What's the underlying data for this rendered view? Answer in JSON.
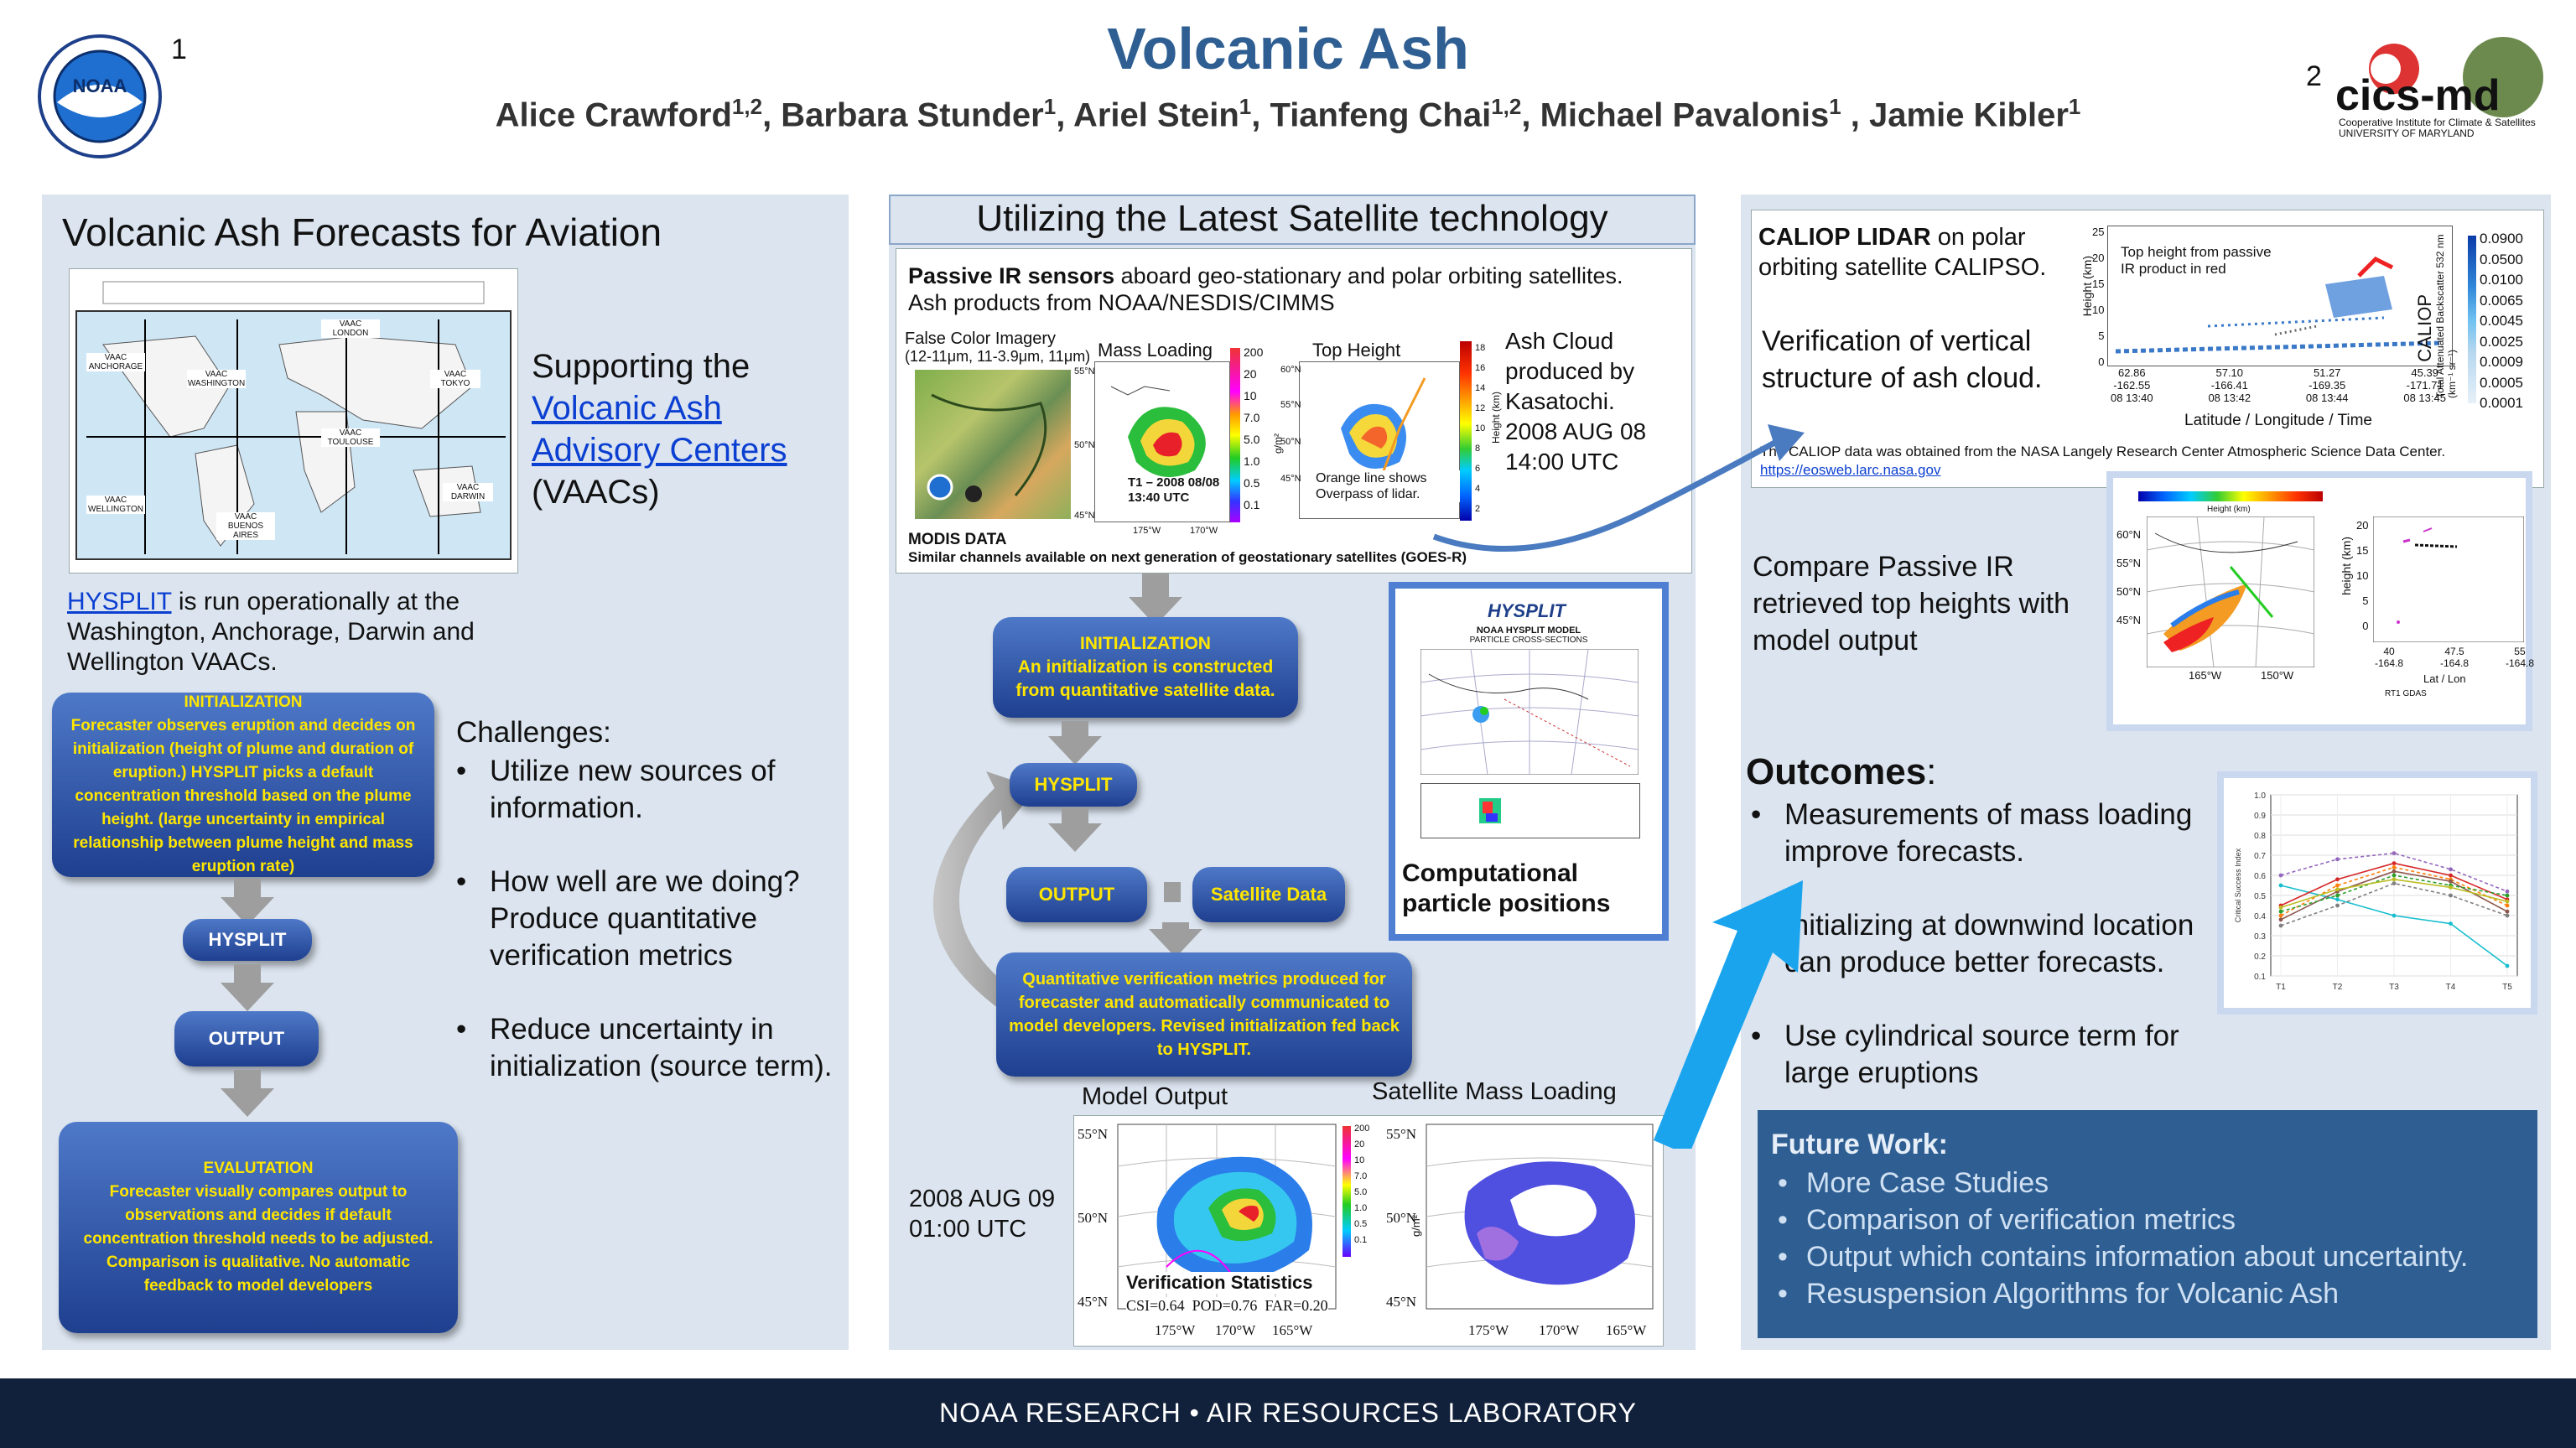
{
  "header": {
    "title": "Volcanic Ash",
    "authors": [
      {
        "name": "Alice Crawford",
        "aff": "1,2"
      },
      {
        "name": "Barbara Stunder",
        "aff": "1"
      },
      {
        "name": "Ariel Stein",
        "aff": "1"
      },
      {
        "name": "Tianfeng Chai",
        "aff": "1,2"
      },
      {
        "name": "Michael Pavalonis",
        "aff": "1"
      },
      {
        "name": "Jamie Kibler",
        "aff": "1"
      }
    ],
    "left_marker": "1",
    "right_marker": "2",
    "left_logo_text": "NOAA",
    "right_logo_text": "cics-md",
    "right_logo_sub1": "Cooperative Institute for Climate & Satellites",
    "right_logo_sub2": "UNIVERSITY OF MARYLAND"
  },
  "left": {
    "title": "Volcanic Ash Forecasts for Aviation",
    "supporting_pre": "Supporting the",
    "supporting_link": "Volcanic Ash Advisory Centers",
    "supporting_post": "(VAACs)",
    "hysplit_link": "HYSPLIT",
    "hysplit_text": " is run operationally at the Washington, Anchorage, Darwin and Wellington VAACs.",
    "flow": {
      "init_head": "INITIALIZATION",
      "init_body": "Forecaster observes eruption and decides on initialization (height of plume and duration of eruption.) HYSPLIT picks a default concentration threshold based on the plume height. (large uncertainty in empirical relationship between plume height and mass eruption rate)",
      "hysplit": "HYSPLIT",
      "output": "OUTPUT",
      "eval_head": "EVALUTATION",
      "eval_body": "Forecaster visually compares output to observations and decides if default concentration threshold needs to be adjusted. Comparison is qualitative. No automatic feedback to model developers"
    },
    "challenges_title": "Challenges:",
    "challenges": [
      "Utilize new sources of information.",
      "How well are we doing? Produce quantitative verification metrics",
      "Reduce uncertainty in initialization (source term)."
    ],
    "map_labels": [
      "VAAC ANCHORAGE",
      "VAAC WASHINGTON",
      "VAAC LONDON",
      "VAAC TOULOUSE",
      "VAAC TOKYO",
      "VAAC BUENOS AIRES",
      "VAAC WELLINGTON",
      "VAAC DARWIN"
    ]
  },
  "middle": {
    "title": "Utilizing the Latest Satellite technology",
    "passive_bold": "Passive IR sensors",
    "passive_text": " aboard geo-stationary and polar orbiting satellites.",
    "passive_line2": "Ash products from NOAA/NESDIS/CIMMS",
    "false_color": "False Color Imagery",
    "false_color_sub": "(12-11μm, 11-3.9μm, 11μm)",
    "mass_loading": "Mass Loading",
    "top_height": "Top Height",
    "t1_label": "T1 – 2008 08/08",
    "t1_time": "13:40 UTC",
    "orange_line": "Orange line shows Overpass of lidar.",
    "ash_cloud": "Ash Cloud produced by Kasatochi. 2008 AUG 08 14:00 UTC",
    "modis": "MODIS DATA",
    "similar": "Similar channels available on next generation of geostationary satellites (GOES-R)",
    "flow": {
      "init_head": "INITIALIZATION",
      "init_body": "An initialization is constructed from quantitative satellite data.",
      "hysplit": "HYSPLIT",
      "output": "OUTPUT",
      "sat": "Satellite Data",
      "verify": "Quantitative verification metrics produced for forecaster and automatically communicated to model developers. Revised initialization fed back to HYSPLIT."
    },
    "comp_title": "Computational particle positions",
    "hysplit_logo": "HYSPLIT",
    "hysplit_fig_title": "NOAA HYSPLIT MODEL",
    "hysplit_fig_sub": "PARTICLE CROSS-SECTIONS",
    "model_output": "Model Output",
    "sat_mass": "Satellite Mass Loading",
    "date2": "2008 AUG 09 01:00 UTC",
    "verif_title": "Verification Statistics",
    "verif_stats": "CSI=0.64  POD=0.76  FAR=0.20",
    "lat_labels": [
      "55°N",
      "50°N",
      "45°N"
    ],
    "lon_labels": [
      "175°W",
      "170°W",
      "165°W"
    ],
    "mass_lon": [
      "175°W",
      "170°W"
    ],
    "mass_scale": [
      "200",
      "20",
      "10",
      "7.0",
      "5.0",
      "1.0",
      "0.5",
      "0.1"
    ],
    "mass_unit": "g/m²",
    "height_scale": [
      "18",
      "16",
      "14",
      "12",
      "10",
      "8",
      "6",
      "4",
      "2"
    ],
    "height_unit": "Height (km)",
    "height_lat": [
      "60°N",
      "55°N",
      "50°N",
      "45°N"
    ]
  },
  "right": {
    "caliop_bold": "CALIOP LIDAR",
    "caliop_text": " on polar orbiting satellite CALIPSO.",
    "verif_vertical": "Verification of vertical structure of ash cloud.",
    "caliop_inset": "Top height from passive IR product in red",
    "caliop_ylabel": "Height (km)",
    "caliop_xlabel": "Latitude / Longitude / Time",
    "caliop_side": "CALIOP",
    "caliop_cbar_label": "Total Attenuated Backscatter 532 nm (km⁻¹ sr⁻¹)",
    "caliop_yticks": [
      "25",
      "20",
      "15",
      "10",
      "5",
      "0"
    ],
    "caliop_ticks": [
      {
        "lat": "62.86",
        "lon": "-162.55",
        "time": "08 13:40"
      },
      {
        "lat": "57.10",
        "lon": "-166.41",
        "time": "08 13:42"
      },
      {
        "lat": "51.27",
        "lon": "-169.35",
        "time": "08 13:44"
      },
      {
        "lat": "45.39",
        "lon": "-171.71",
        "time": "08 13:45"
      }
    ],
    "caliop_scale": [
      "0.0900",
      "0.0500",
      "0.0100",
      "0.0065",
      "0.0045",
      "0.0025",
      "0.0009",
      "0.0005",
      "0.0001"
    ],
    "caliop_source": "The CALIOP data was obtained from the NASA Langely Research Center Atmospheric  Science Data Center.",
    "caliop_url": "https://eosweb.larc.nasa.gov",
    "compare_text": "Compare Passive IR retrieved top heights with model output",
    "compare_fig": {
      "cbar_title": "Height (km)",
      "lat_labels": [
        "60°N",
        "55°N",
        "50°N",
        "45°N"
      ],
      "lon_labels": [
        "165°W",
        "150°W"
      ],
      "ylabel": "height (km)",
      "yticks": [
        "20",
        "15",
        "10",
        "5",
        "0"
      ],
      "xticks": [
        "40\n-164.8",
        "47.5\n-164.8",
        "55\n-164.8"
      ],
      "xlabel": "Lat / Lon",
      "caption": "RT1 GDAS"
    },
    "outcomes_title": "Outcomes",
    "outcomes": [
      "Measurements of mass loading improve forecasts.",
      "Initializing at downwind location can produce better forecasts.",
      "Use cylindrical source term for large eruptions"
    ],
    "future_title": "Future Work:",
    "future": [
      "More Case Studies",
      "Comparison of  verification metrics",
      "Output which contains information about uncertainty.",
      "Resuspension Algorithms for Volcanic Ash"
    ]
  },
  "chart_data": {
    "type": "line",
    "title": "",
    "xlabel": "",
    "ylabel": "Critical Success Index",
    "categories": [
      "T1",
      "T2",
      "T3",
      "T4",
      "T5"
    ],
    "ylim": [
      0.1,
      1.0
    ],
    "yticks": [
      "0.1",
      "0.2",
      "0.3",
      "0.4",
      "0.5",
      "0.6",
      "0.7",
      "0.8",
      "0.9",
      "1.0"
    ],
    "grid": true,
    "series": [
      {
        "color": "#17becf",
        "values": [
          0.55,
          0.48,
          0.4,
          0.36,
          0.15
        ]
      },
      {
        "color": "#9467bd",
        "values": [
          0.6,
          0.68,
          0.71,
          0.63,
          0.52
        ]
      },
      {
        "color": "#d62728",
        "values": [
          0.45,
          0.58,
          0.66,
          0.6,
          0.48
        ]
      },
      {
        "color": "#ff7f0e",
        "values": [
          0.4,
          0.55,
          0.64,
          0.58,
          0.45
        ]
      },
      {
        "color": "#8c564b",
        "values": [
          0.38,
          0.52,
          0.62,
          0.57,
          0.42
        ]
      },
      {
        "color": "#2ca02c",
        "values": [
          0.42,
          0.5,
          0.6,
          0.55,
          0.5
        ]
      },
      {
        "color": "#bcbd22",
        "values": [
          0.44,
          0.53,
          0.58,
          0.54,
          0.47
        ]
      },
      {
        "color": "#7f7f7f",
        "values": [
          0.35,
          0.45,
          0.56,
          0.5,
          0.4
        ]
      }
    ]
  },
  "footer": "NOAA RESEARCH  •  AIR RESOURCES LABORATORY",
  "colors": {
    "title_blue": "#2f5f92",
    "panel_bg": "#dbe4ef",
    "footer_bg": "#12213b",
    "flow_blue": "#2c52a8",
    "flow_text": "#ffe600"
  }
}
